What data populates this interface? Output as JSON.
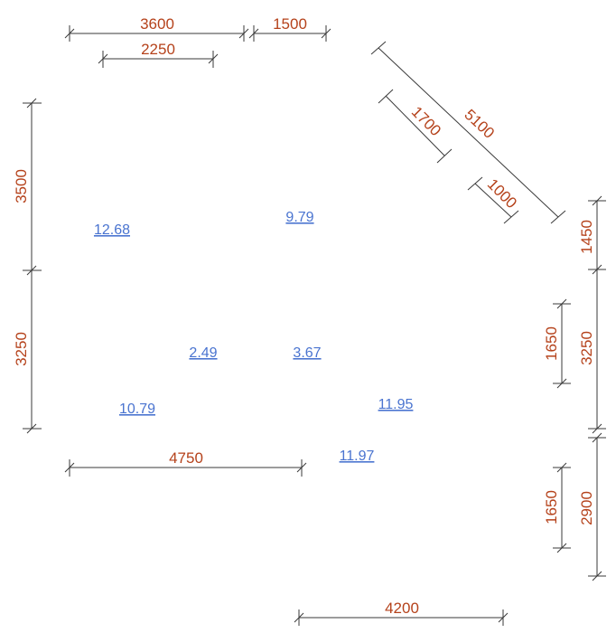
{
  "colors": {
    "dimension_text": "#b5421b",
    "area_label": "#4a74d0",
    "dimension_line": "#3a3a3a",
    "background": "#ffffff"
  },
  "dimensions": {
    "top_3600": "3600",
    "top_1500": "1500",
    "top_2250": "2250",
    "diag_5100": "5100",
    "diag_1700": "1700",
    "diag_1000": "1000",
    "left_3500": "3500",
    "left_3250": "3250",
    "right_1450": "1450",
    "right_3250": "3250",
    "right_1650_upper": "1650",
    "right_1650_lower": "1650",
    "right_2900": "2900",
    "bottom_4750": "4750",
    "bottom_4200": "4200"
  },
  "areas": {
    "room_a": "12.68",
    "room_b": "9.79",
    "room_c": "2.49",
    "room_d": "3.67",
    "room_e": "10.79",
    "room_f": "11.95",
    "room_g": "11.97"
  }
}
